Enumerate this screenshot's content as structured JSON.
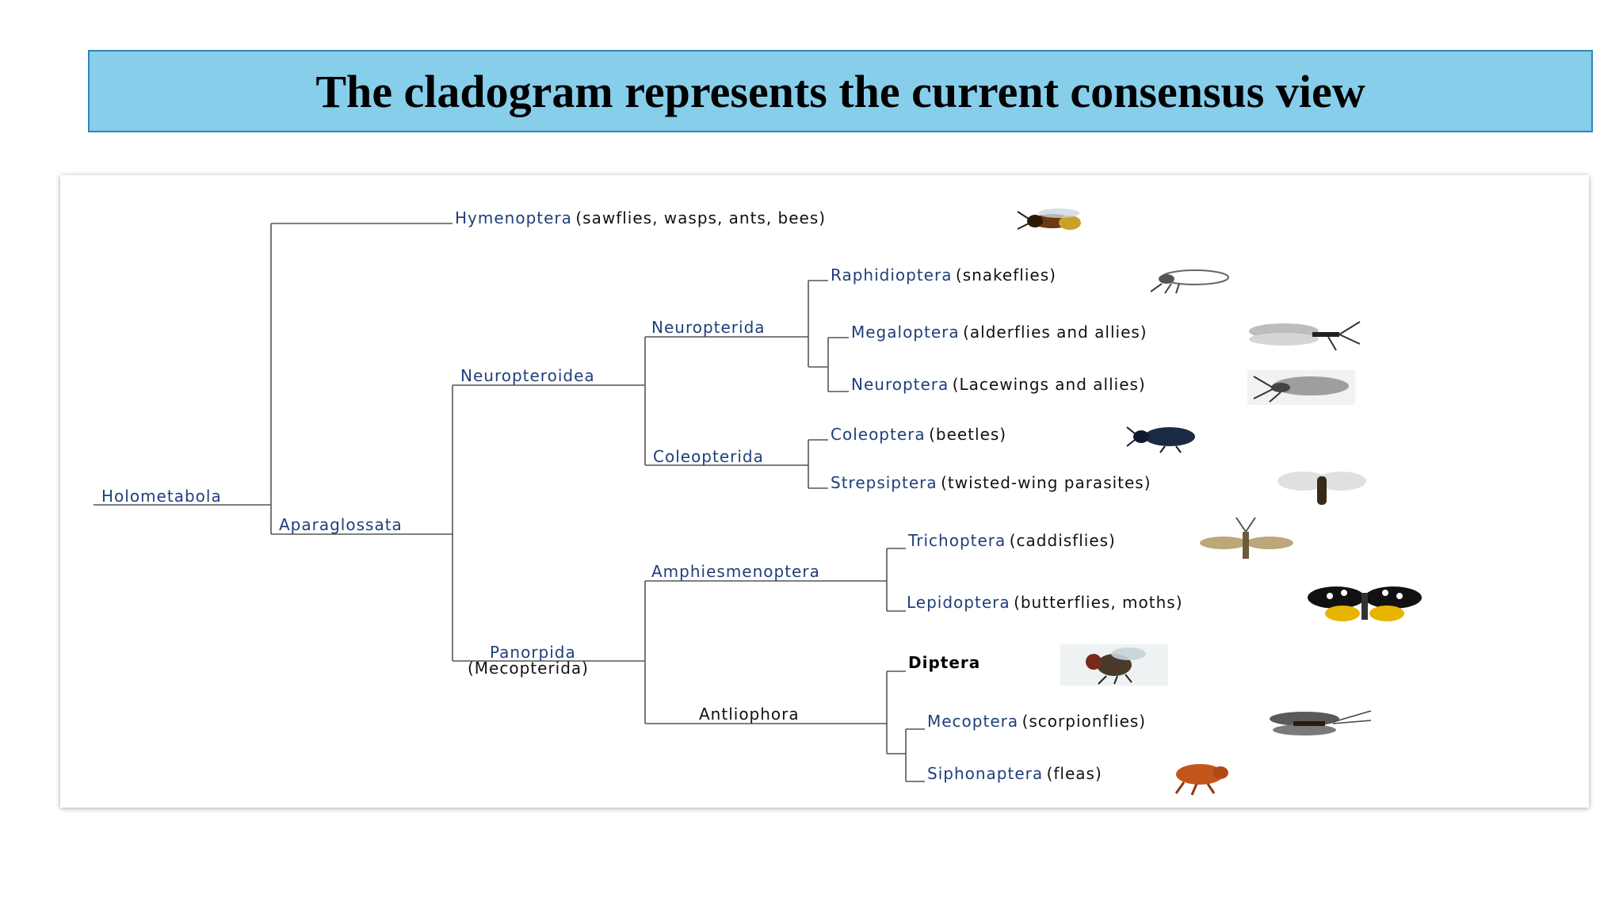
{
  "title": "The cladogram represents the current consensus view",
  "labels": {
    "holometabola": "Holometabola",
    "aparaglossata": "Aparaglossata",
    "neuropteroidea": "Neuropteroidea",
    "neuropterida": "Neuropterida",
    "coleopterida": "Coleopterida",
    "panorpida": "Panorpida",
    "panorpida_alt": "(Mecopterida)",
    "amphiesmenoptera": "Amphiesmenoptera",
    "antliophora": "Antliophora"
  },
  "taxa": {
    "hymenoptera": {
      "name": "Hymenoptera",
      "common": "(sawflies, wasps, ants, bees)"
    },
    "raphidioptera": {
      "name": "Raphidioptera",
      "common": "(snakeflies)"
    },
    "megaloptera": {
      "name": "Megaloptera",
      "common": "(alderflies and allies)"
    },
    "neuroptera": {
      "name": "Neuroptera",
      "common": "(Lacewings and allies)"
    },
    "coleoptera": {
      "name": "Coleoptera",
      "common": "(beetles)"
    },
    "strepsiptera": {
      "name": "Strepsiptera",
      "common": "(twisted-wing parasites)"
    },
    "trichoptera": {
      "name": "Trichoptera",
      "common": "(caddisflies)"
    },
    "lepidoptera": {
      "name": "Lepidoptera",
      "common": "(butterflies, moths)"
    },
    "diptera": {
      "name": "Diptera",
      "common": ""
    },
    "mecoptera": {
      "name": "Mecoptera",
      "common": "(scorpionflies)"
    },
    "siphonaptera": {
      "name": "Siphonaptera",
      "common": "(fleas)"
    }
  },
  "colors": {
    "title_bg": "#87ceeb",
    "clade_text": "#1f3f7a",
    "lines": "#555555"
  }
}
